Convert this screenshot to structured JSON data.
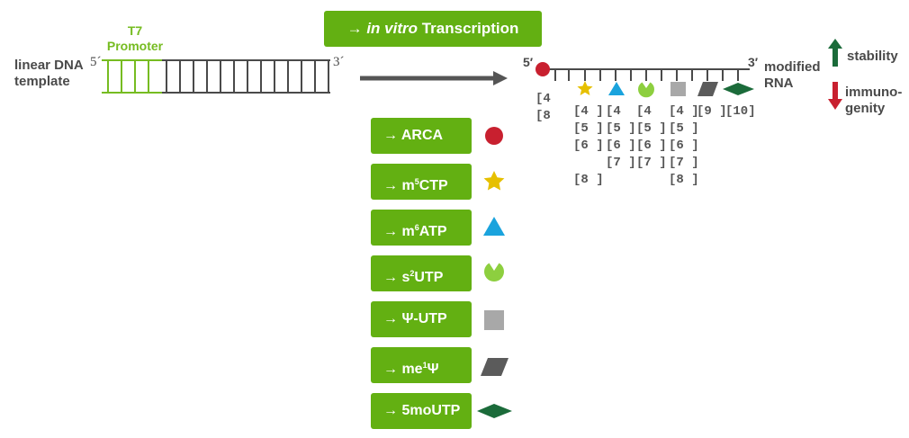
{
  "colors": {
    "accent_green": "#63b012",
    "t7_green": "#76bc21",
    "dna_gray": "#4a4a4a",
    "arca_red": "#c8202f",
    "m5ctp_yellow": "#e6c000",
    "m6atp_blue": "#1aa3dd",
    "s2utp_lightgreen": "#8dcf3f",
    "psi_gray": "#a8a8a8",
    "me1psi_darkgray": "#5b5b5b",
    "5moutp_darkgreen": "#1b6b3a",
    "stability_arrow": "#1b6b3a",
    "immuno_arrow": "#c8202f"
  },
  "dna": {
    "promoter_label_line1": "T7",
    "promoter_label_line2": "Promoter",
    "template_label_line1": "linear DNA",
    "template_label_line2": "template",
    "five_prime": "5´",
    "three_prime": "3´"
  },
  "process": {
    "arrow": "→",
    "label_italic": "in vitro",
    "label_rest": " Transcription"
  },
  "rna": {
    "five_prime": "5′",
    "three_prime": "3′",
    "label_line1": "modified",
    "label_line2": "RNA"
  },
  "effects": {
    "stability_label": "stability",
    "immuno_label_line1": "immuno-",
    "immuno_label_line2": "genity"
  },
  "modifications": [
    {
      "name": "ARCA",
      "sup": "",
      "prefix": "→ ",
      "icon": "red-circle-icon"
    },
    {
      "name_pre": "m",
      "sup": "5",
      "name_post": "CTP",
      "prefix": "→ ",
      "icon": "yellow-star-icon"
    },
    {
      "name_pre": "m",
      "sup": "6",
      "name_post": "ATP",
      "prefix": "→ ",
      "icon": "blue-triangle-icon"
    },
    {
      "name_pre": "s",
      "sup": "2",
      "name_post": "UTP",
      "prefix": "→ ",
      "icon": "pacman-icon"
    },
    {
      "name": "Ψ-UTP",
      "sup": "",
      "prefix": "→ ",
      "icon": "gray-square-icon"
    },
    {
      "name_pre": "me",
      "sup": "1",
      "name_post": "Ψ",
      "prefix": "→ ",
      "icon": "parallelogram-icon"
    },
    {
      "name": "5moUTP",
      "sup": "",
      "prefix": "→ ",
      "icon": "diamond-icon"
    }
  ],
  "references": {
    "arca": "[4 \n[8",
    "m5ctp": "[4 ]\n[5 ]\n[6 ]\n\n[8 ]",
    "m6atp": "[4 \n[5 ]\n[6 ]\n[7 ]",
    "s2utp": "[4 \n[5 ]\n[6 ]\n[7 ]",
    "psi": "[4 ]\n[5 ]\n[6 ]\n[7 ]\n[8 ]",
    "me1psi": "[9 ]",
    "5moutp": "[10]"
  }
}
